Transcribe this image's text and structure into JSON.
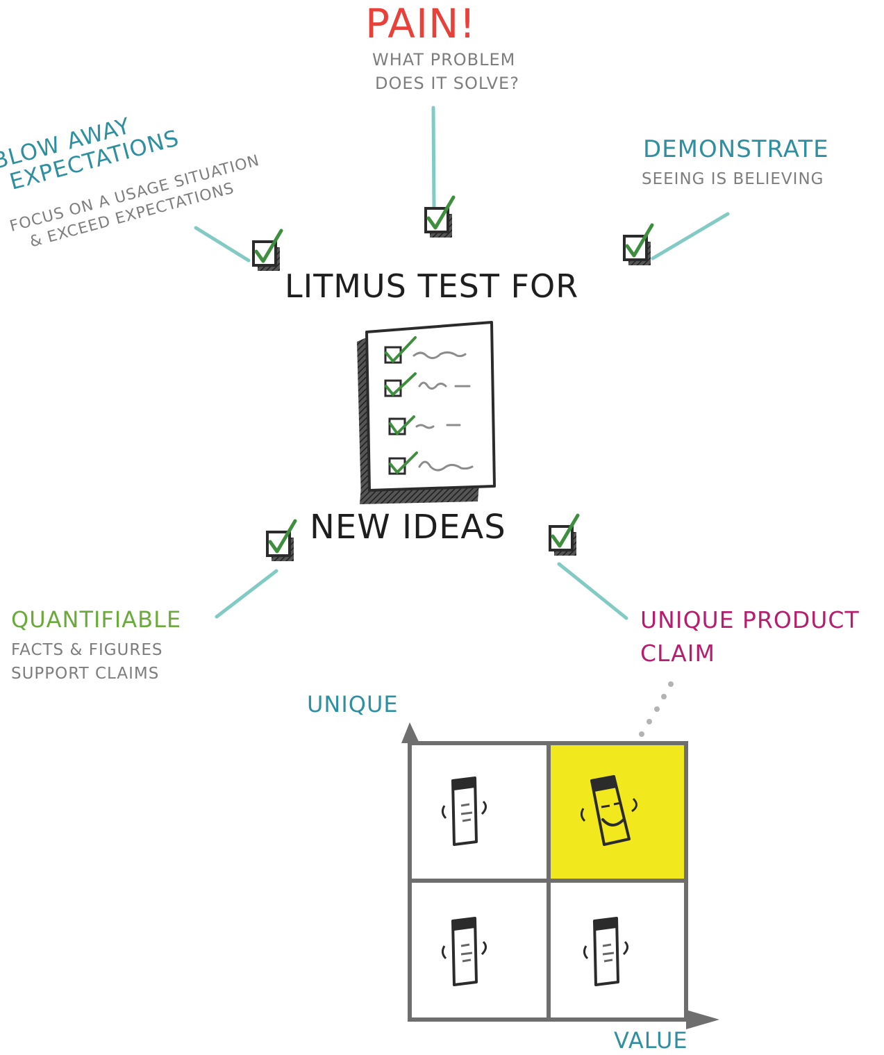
{
  "pain": {
    "title": "PAIN!",
    "line1": "WHAT PROBLEM",
    "line2": "DOES IT SOLVE?"
  },
  "blow_away": {
    "title1": "BLOW AWAY",
    "title2": "EXPECTATIONS",
    "sub1": "FOCUS ON A USAGE SITUATION",
    "sub2": "& EXCEED EXPECTATIONS"
  },
  "demonstrate": {
    "title": "DEMONSTRATE",
    "sub": "SEEING IS BELIEVING"
  },
  "center": {
    "line1": "LITMUS TEST FOR",
    "line2": "NEW IDEAS"
  },
  "quantifiable": {
    "title": "QUANTIFIABLE",
    "sub1": "FACTS & FIGURES",
    "sub2": "SUPPORT CLAIMS"
  },
  "unique_claim": {
    "title1": "UNIQUE PRODUCT",
    "title2": "CLAIM"
  },
  "matrix": {
    "y_axis": "UNIQUE",
    "x_axis": "VALUE",
    "highlight_color": "#f2e81e"
  },
  "colors": {
    "accent_line": "#82cbc5",
    "check": "#3d8f3d",
    "outline": "#2b2b2b"
  },
  "icons": [
    "checkbox-check-icon",
    "checklist-clipboard-icon",
    "smiling-character-icon"
  ]
}
